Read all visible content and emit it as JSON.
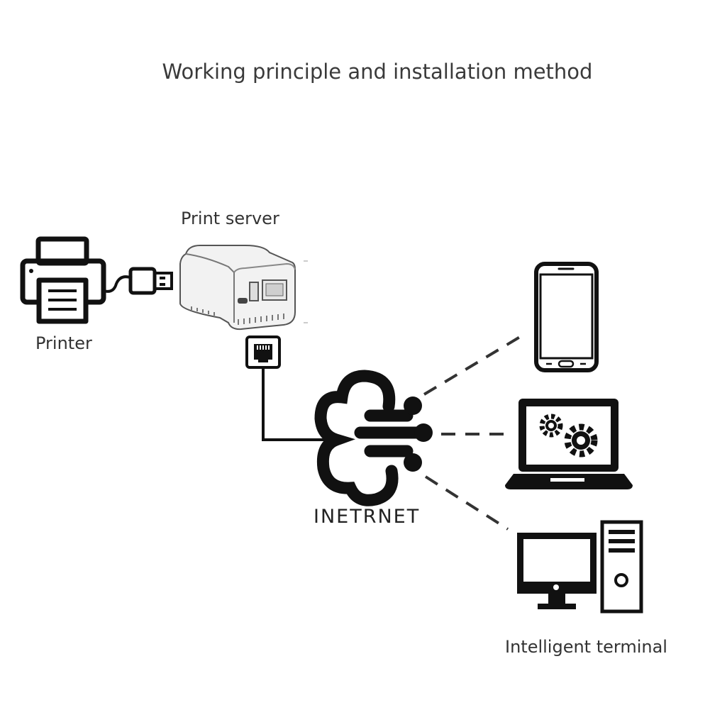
{
  "title": "Working principle and installation method",
  "labels": {
    "print_server": "Print server",
    "printer": "Printer",
    "internet": "INETRNET",
    "intelligent_terminal": "Intelligent terminal"
  },
  "nodes": [
    {
      "name": "Printer",
      "icon": "printer-icon"
    },
    {
      "name": "Print server",
      "icon": "print-server-icon"
    },
    {
      "name": "INETRNET",
      "icon": "cloud-network-icon"
    },
    {
      "name": "smartphone",
      "icon": "smartphone-icon"
    },
    {
      "name": "laptop",
      "icon": "laptop-gears-icon"
    },
    {
      "name": "desktop",
      "icon": "desktop-computer-icon"
    }
  ],
  "colors": {
    "stroke": "#111111",
    "text": "#333333",
    "device_body": "#f2f2f2"
  }
}
